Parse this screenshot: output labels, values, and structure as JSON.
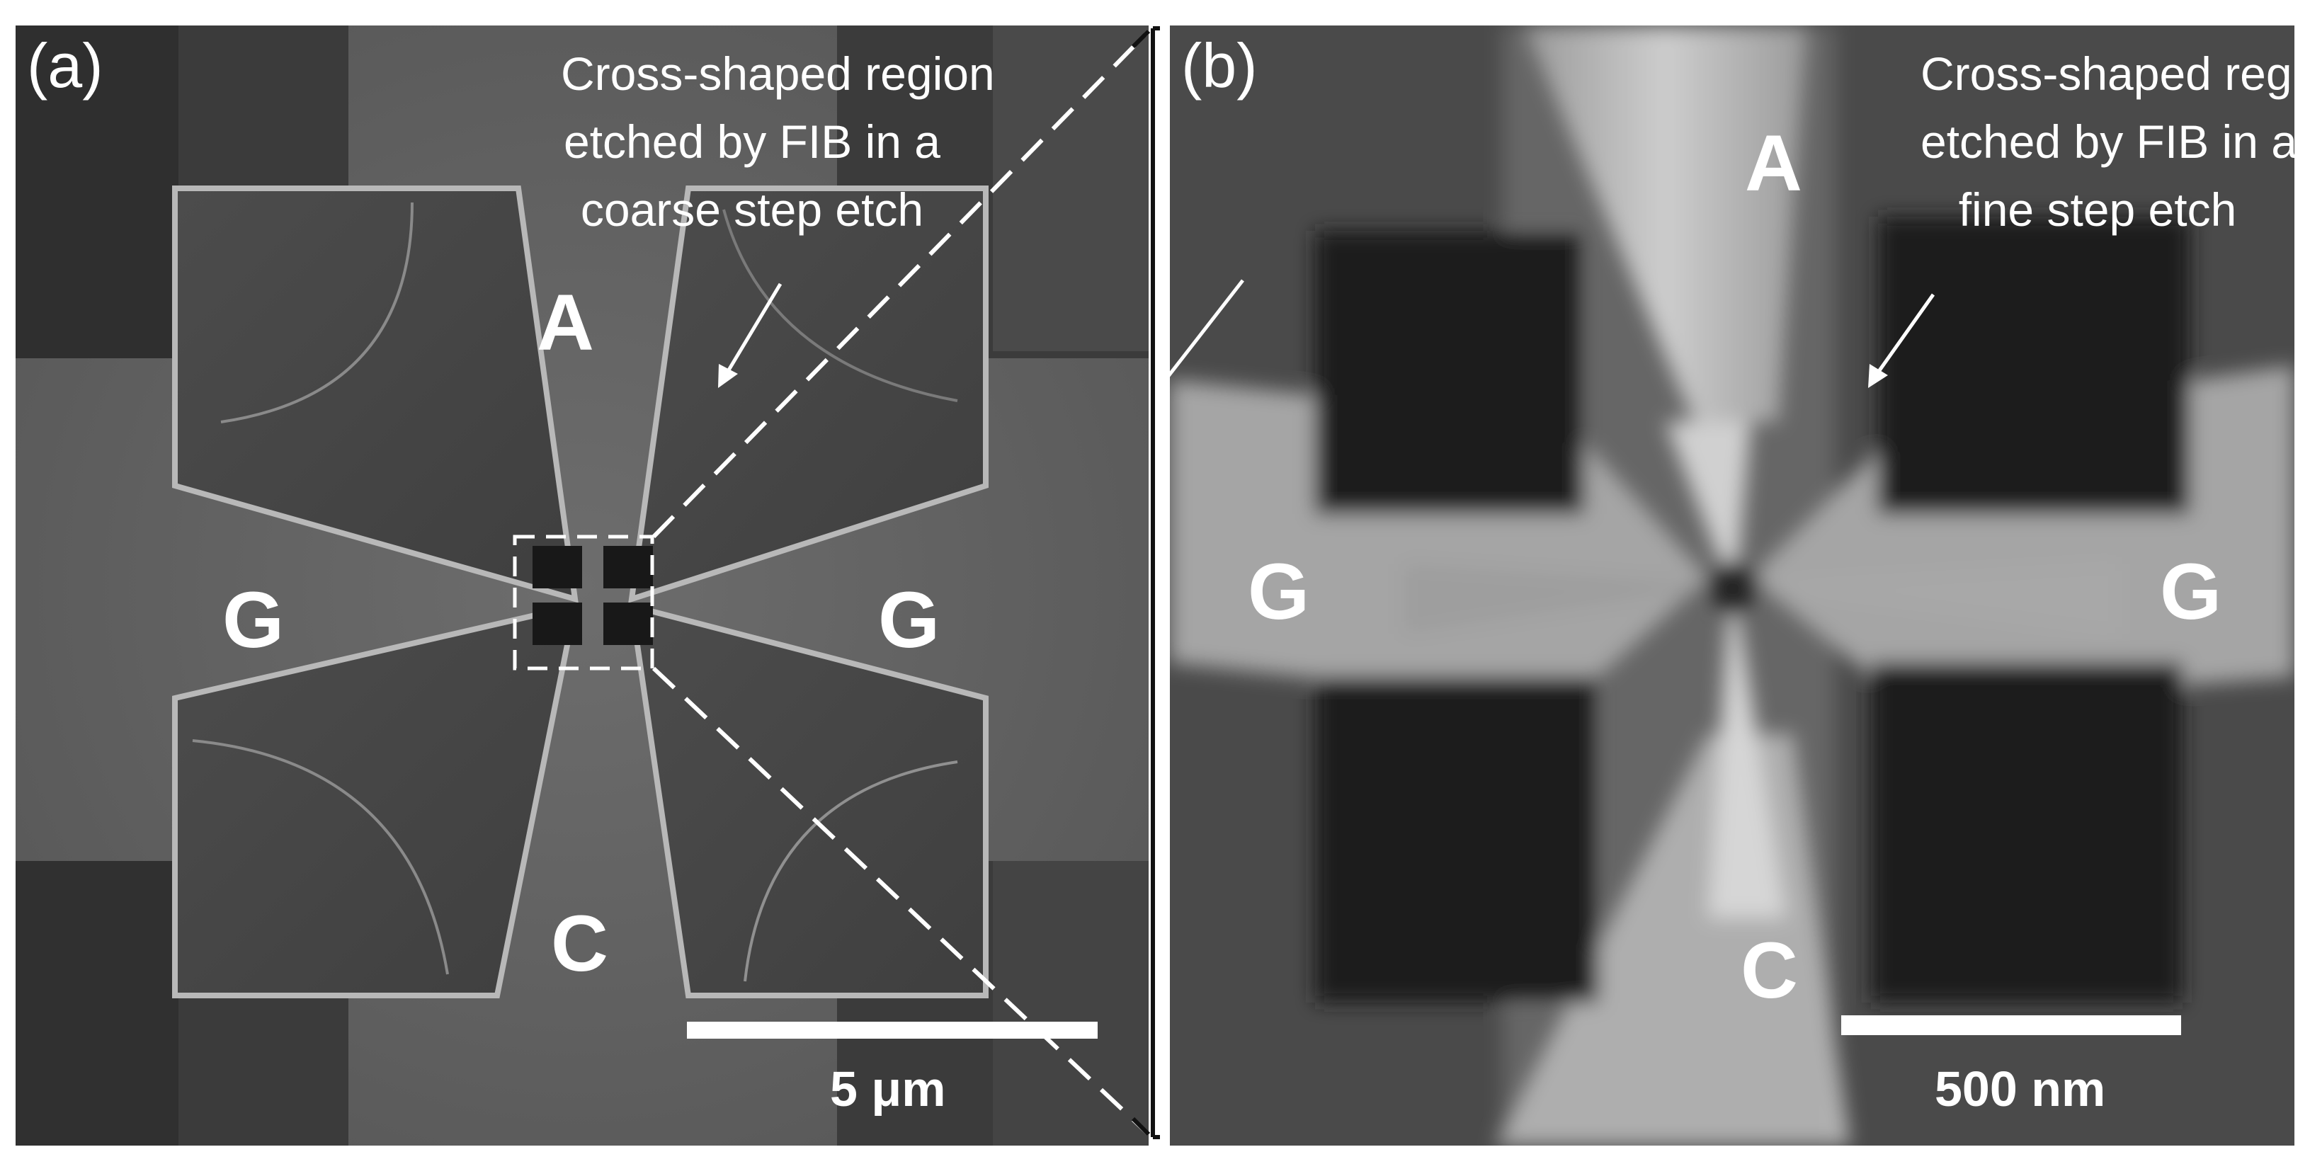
{
  "panel_a": {
    "label": "(a)",
    "electrodes": {
      "top": "A",
      "left": "G",
      "right": "G",
      "bottom": "C"
    },
    "annotation": [
      "Cross-shaped region",
      "etched by FIB in a",
      "coarse step etch"
    ],
    "scale_bar": "5 μm"
  },
  "panel_b": {
    "label": "(b)",
    "electrodes": {
      "top": "A",
      "left": "G",
      "right": "G",
      "bottom": "C"
    },
    "annotation": [
      "Cross-shaped region",
      "etched by FIB in a",
      "fine step etch"
    ],
    "scale_bar": "500 nm"
  }
}
